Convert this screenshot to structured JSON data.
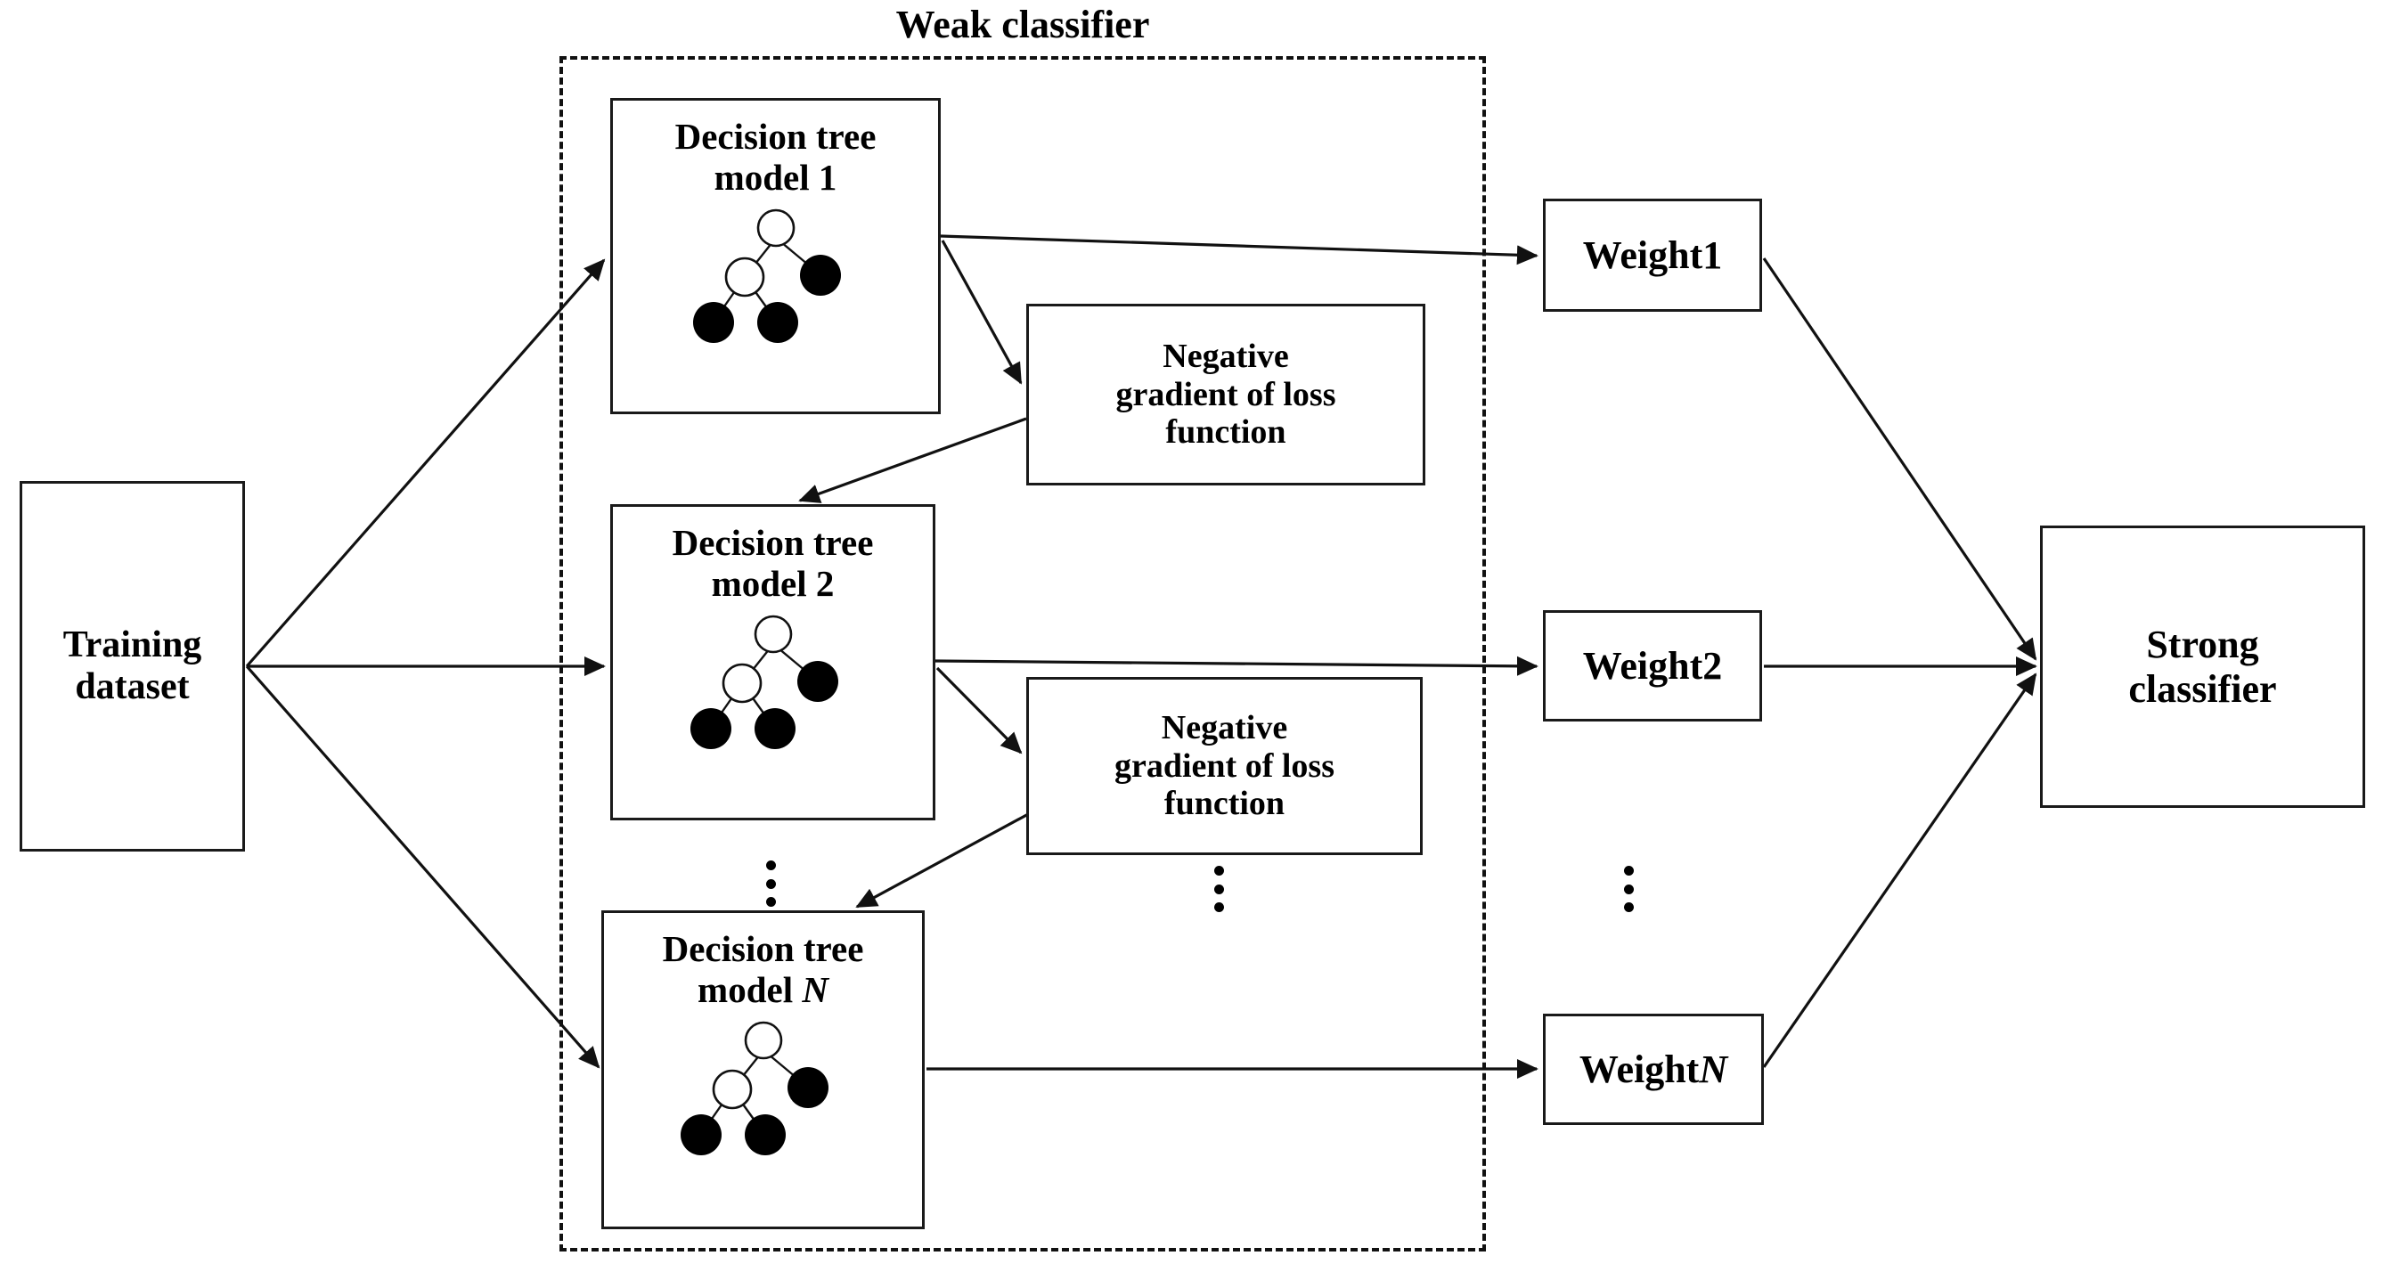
{
  "diagram": {
    "group": {
      "title": "Weak classifier"
    },
    "nodes": {
      "training_dataset": {
        "line1": "Training",
        "line2": "dataset"
      },
      "tree1": {
        "line1": "Decision tree",
        "line2": "model 1",
        "model_index": "1"
      },
      "tree2": {
        "line1": "Decision tree",
        "line2": "model 2",
        "model_index": "2"
      },
      "treeN": {
        "line1": "Decision tree",
        "line2_prefix": "model ",
        "model_index": "N"
      },
      "negative_gradient_1": {
        "line1": "Negative",
        "line2": "gradient of loss",
        "line3": "function"
      },
      "negative_gradient_2": {
        "line1": "Negative",
        "line2": "gradient of loss",
        "line3": "function"
      },
      "weight1": {
        "label": "Weight1",
        "prefix": "Weight",
        "index": "1"
      },
      "weight2": {
        "label": "Weight2",
        "prefix": "Weight",
        "index": "2"
      },
      "weightN": {
        "prefix": "Weight",
        "index": "N"
      },
      "strong_classifier": {
        "line1": "Strong",
        "line2": "classifier"
      }
    },
    "ellipsis": {
      "glyph": "⋮",
      "count": 3
    },
    "colors": {
      "stroke": "#1a1a1a",
      "fill": "#ffffff",
      "text": "#000000",
      "node_leaf_dark": "#000000",
      "node_leaf_light": "#ffffff"
    }
  }
}
